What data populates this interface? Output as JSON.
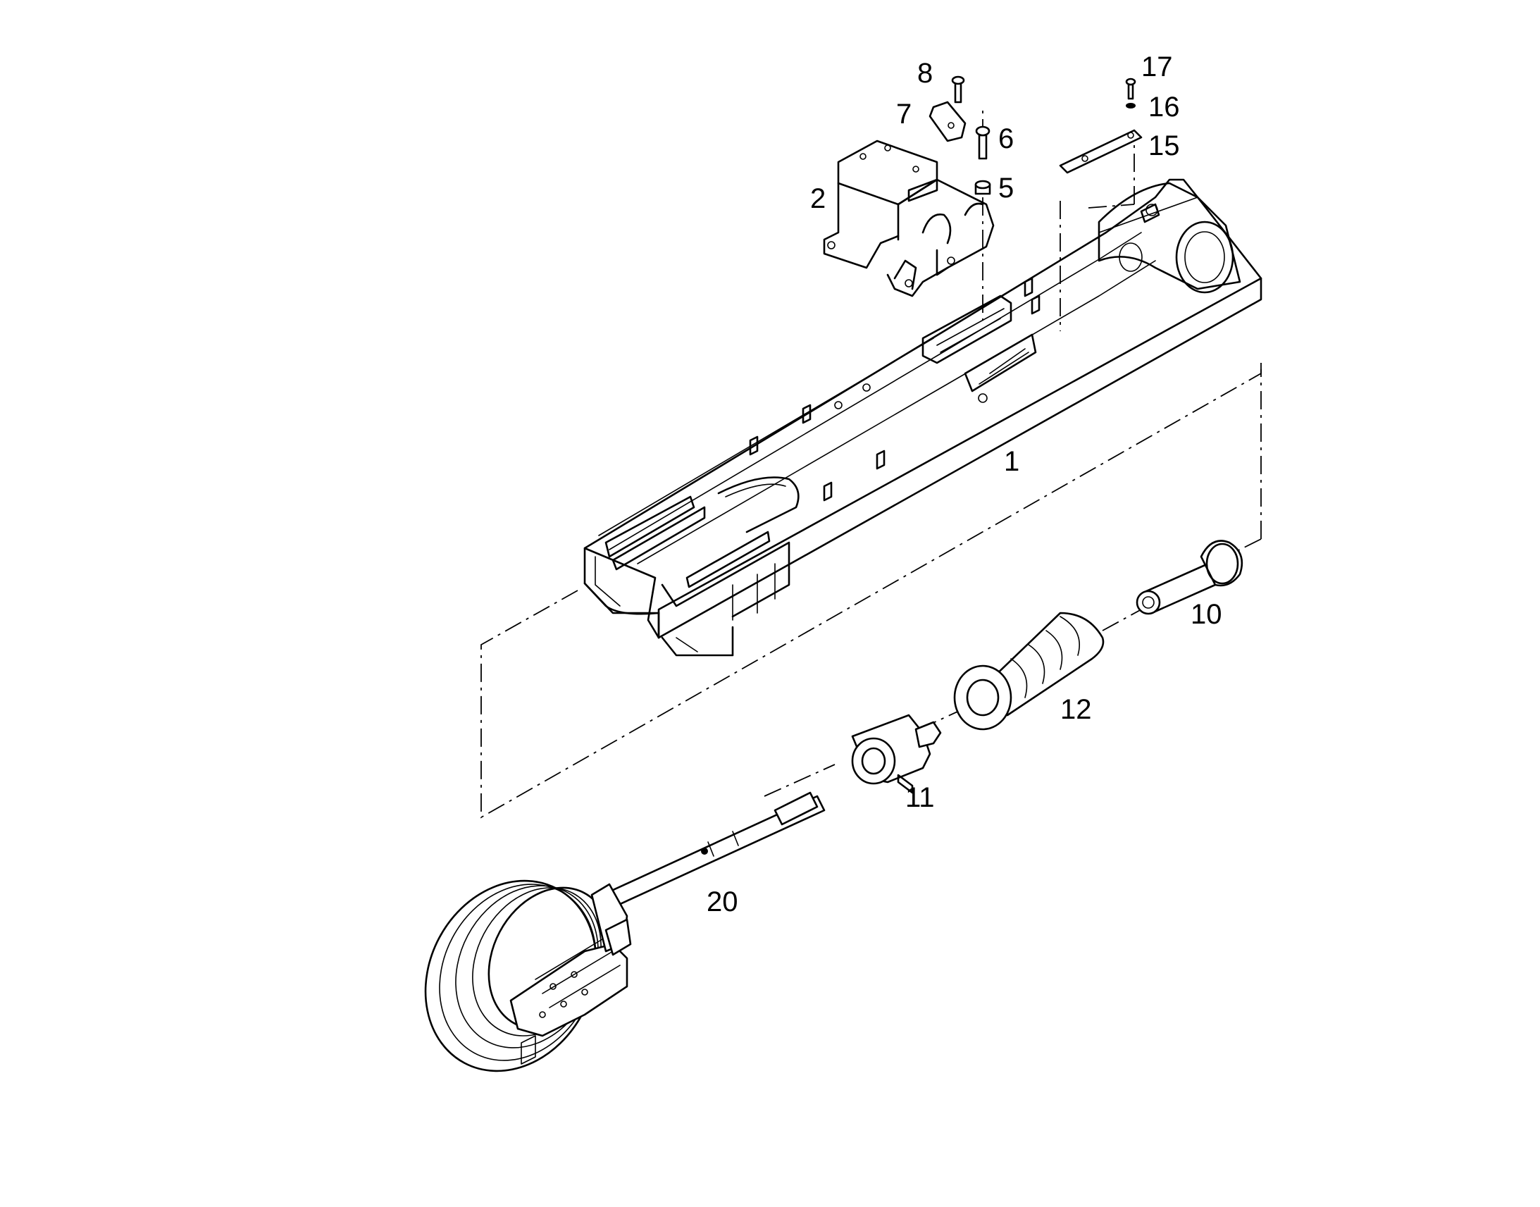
{
  "callouts": {
    "c1": "1",
    "c2": "2",
    "c5": "5",
    "c6": "6",
    "c7": "7",
    "c8": "8",
    "c10": "10",
    "c11": "11",
    "c12": "12",
    "c15": "15",
    "c16": "16",
    "c17": "17",
    "c20": "20"
  },
  "colors": {
    "line": "#000000",
    "background": "#ffffff"
  }
}
